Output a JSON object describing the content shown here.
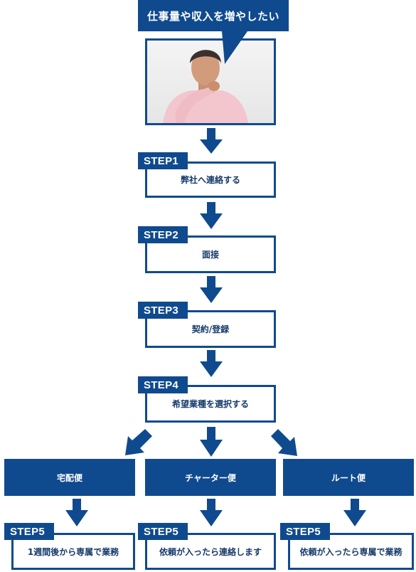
{
  "title": "仕事量や収入を増やしたい",
  "steps": [
    {
      "tag": "STEP1",
      "label": "弊社へ連絡する"
    },
    {
      "tag": "STEP2",
      "label": "面接"
    },
    {
      "tag": "STEP3",
      "label": "契約/登録"
    },
    {
      "tag": "STEP4",
      "label": "希望業種を選択する"
    }
  ],
  "branches": [
    {
      "type": "宅配便",
      "step_tag": "STEP5",
      "step_label": "1週間後から専属で業務"
    },
    {
      "type": "チャーター便",
      "step_tag": "STEP5",
      "step_label": "依頼が入ったら連絡します"
    },
    {
      "type": "ルート便",
      "step_tag": "STEP5",
      "step_label": "依頼が入ったら専属で業務"
    }
  ],
  "colors": {
    "primary": "#104a8e",
    "text": "#163a6a"
  }
}
